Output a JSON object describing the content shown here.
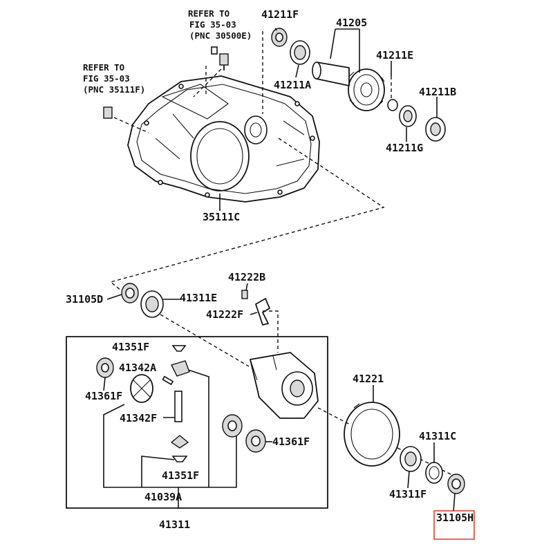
{
  "refer_notes": [
    {
      "id": "refer-note-upper",
      "lines": [
        "REFER TO",
        "FIG 35-03",
        "(PNC 30500E)"
      ]
    },
    {
      "id": "refer-note-left",
      "lines": [
        "REFER TO",
        "FIG 35-03",
        "(PNC 35111F)"
      ]
    }
  ],
  "labels": {
    "p41211F": "41211F",
    "p41205": "41205",
    "p41211E": "41211E",
    "p41211A": "41211A",
    "p41211B": "41211B",
    "p41211G": "41211G",
    "p35111C": "35111C",
    "p41222B": "41222B",
    "p31105D": "31105D",
    "p41311E": "41311E",
    "p41222F": "41222F",
    "p41351F_top": "41351F",
    "p41342A": "41342A",
    "p41361F_left": "41361F",
    "p41342F": "41342F",
    "p41221": "41221",
    "p41361F_right": "41361F",
    "p41311C": "41311C",
    "p41351F_bottom": "41351F",
    "p41311F": "41311F",
    "p41039A": "41039A",
    "p41311": "41311",
    "p31105H": "31105H"
  },
  "highlight": {
    "part": "31105H",
    "color": "#e8412c"
  },
  "colors": {
    "line": "#111111",
    "background": "#ffffff",
    "fill_gray": "#d9d9d9"
  }
}
